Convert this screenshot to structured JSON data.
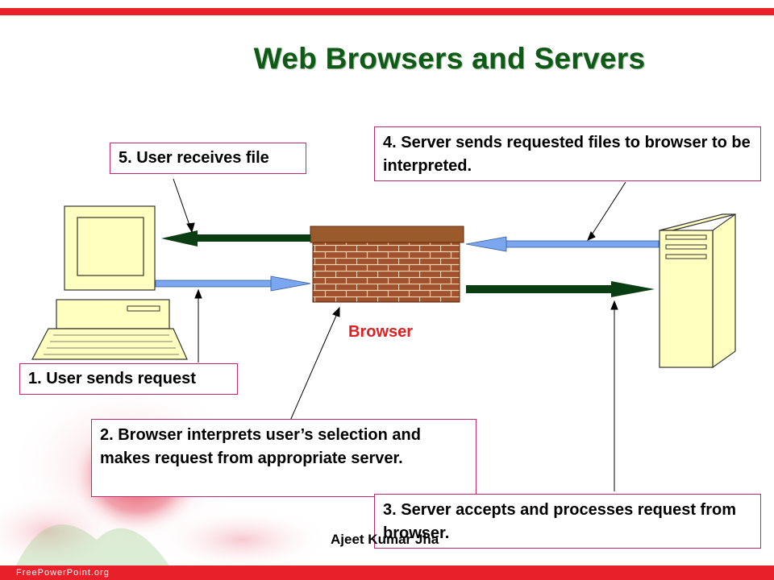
{
  "slide": {
    "title": "Web Browsers and Servers",
    "browser_label": "Browser",
    "credit": "Ajeet Kumar Jha",
    "footer": "FreePowerPoint.org"
  },
  "steps": {
    "step1": "1. User sends request",
    "step2": "2. Browser interprets user’s selection and makes request from appropriate server.",
    "step3": "3. Server accepts and processes request from browser.",
    "step4": "4. Server sends requested files to browser to be interpreted.",
    "step5": "5. User receives file"
  },
  "colors": {
    "title": "#0f5a16",
    "accent_red": "#e8202a",
    "box_border": "#c02870",
    "arrow_dark": "#0b3d12",
    "arrow_blue": "#7aa7ef",
    "brick": "#a0522d"
  },
  "icons": [
    "computer-icon",
    "brick-wall-icon",
    "server-tower-icon",
    "flower-image"
  ]
}
